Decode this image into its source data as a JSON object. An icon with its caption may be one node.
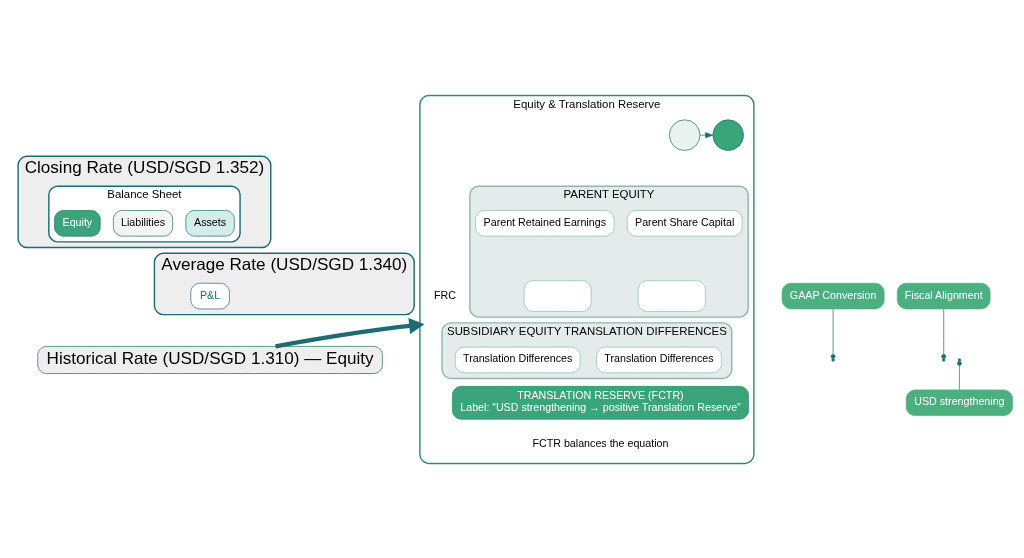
{
  "diagram": {
    "nodes": [
      {
        "text": [
          "Closing Rate (USD/SGD 1.352)"
        ]
      },
      {
        "text": [
          "Balance Sheet"
        ],
        "in": 0
      },
      {
        "text": [
          "Assets"
        ],
        "in": 1
      },
      {
        "text": [
          "Liabilities"
        ],
        "in": 1
      },
      {
        "text": [
          "Equity"
        ],
        "in": 1
      },
      {
        "text": [
          "Average Rate (USD/SGD 1.340)"
        ]
      },
      {
        "text": [
          "P&L"
        ],
        "in": 5
      },
      {
        "text": [
          "Historical Rate (USD/SGD 1.310) — Equity"
        ]
      },
      {
        "text": [
          "Equity & Translation Reserve"
        ]
      },
      {
        "text": [],
        "shape": "circle",
        "in": 8
      },
      {
        "text": [],
        "shape": "circle",
        "in": 8
      },
      {
        "text": [
          "PARENT EQUITY"
        ],
        "in": 8
      },
      {
        "text": [
          "Parent Share Capital"
        ],
        "in": 11
      },
      {
        "text": [
          "Parent Retained Earnings"
        ],
        "in": 11
      },
      {
        "text": [],
        "shape": "box",
        "in": 11
      },
      {
        "text": [],
        "shape": "box",
        "in": 11
      },
      {
        "text": [
          "SUBSIDIARY EQUITY TRANSLATION DIFFERENCES"
        ],
        "in": 8
      },
      {
        "text": [
          "Translation Differences"
        ],
        "in": 16
      },
      {
        "text": [
          "Translation Differences"
        ],
        "in": 16
      },
      {
        "text": [
          "TRANSLATION RESERVE (FCTR)",
          "Label: “USD strengthening → positive Translation Reserve”"
        ],
        "in": 8
      },
      {
        "text": [
          "GAAP Conversion"
        ]
      },
      {
        "text": [
          "Fiscal Alignment"
        ]
      },
      {
        "text": [
          "USD strengthening"
        ]
      }
    ],
    "edges": [
      {
        "from": 7,
        "to": 8,
        "arrow": "to",
        "style": "thick"
      },
      {
        "from": 9,
        "to": 10,
        "arrow": "to"
      },
      {
        "from": 20,
        "to": null,
        "arrow": "other"
      },
      {
        "from": 21,
        "to": null,
        "arrow": "other"
      },
      {
        "from": 22,
        "to": null,
        "arrow": "other"
      }
    ],
    "labels": [
      "FRC",
      "FCTR balances the equation"
    ]
  }
}
